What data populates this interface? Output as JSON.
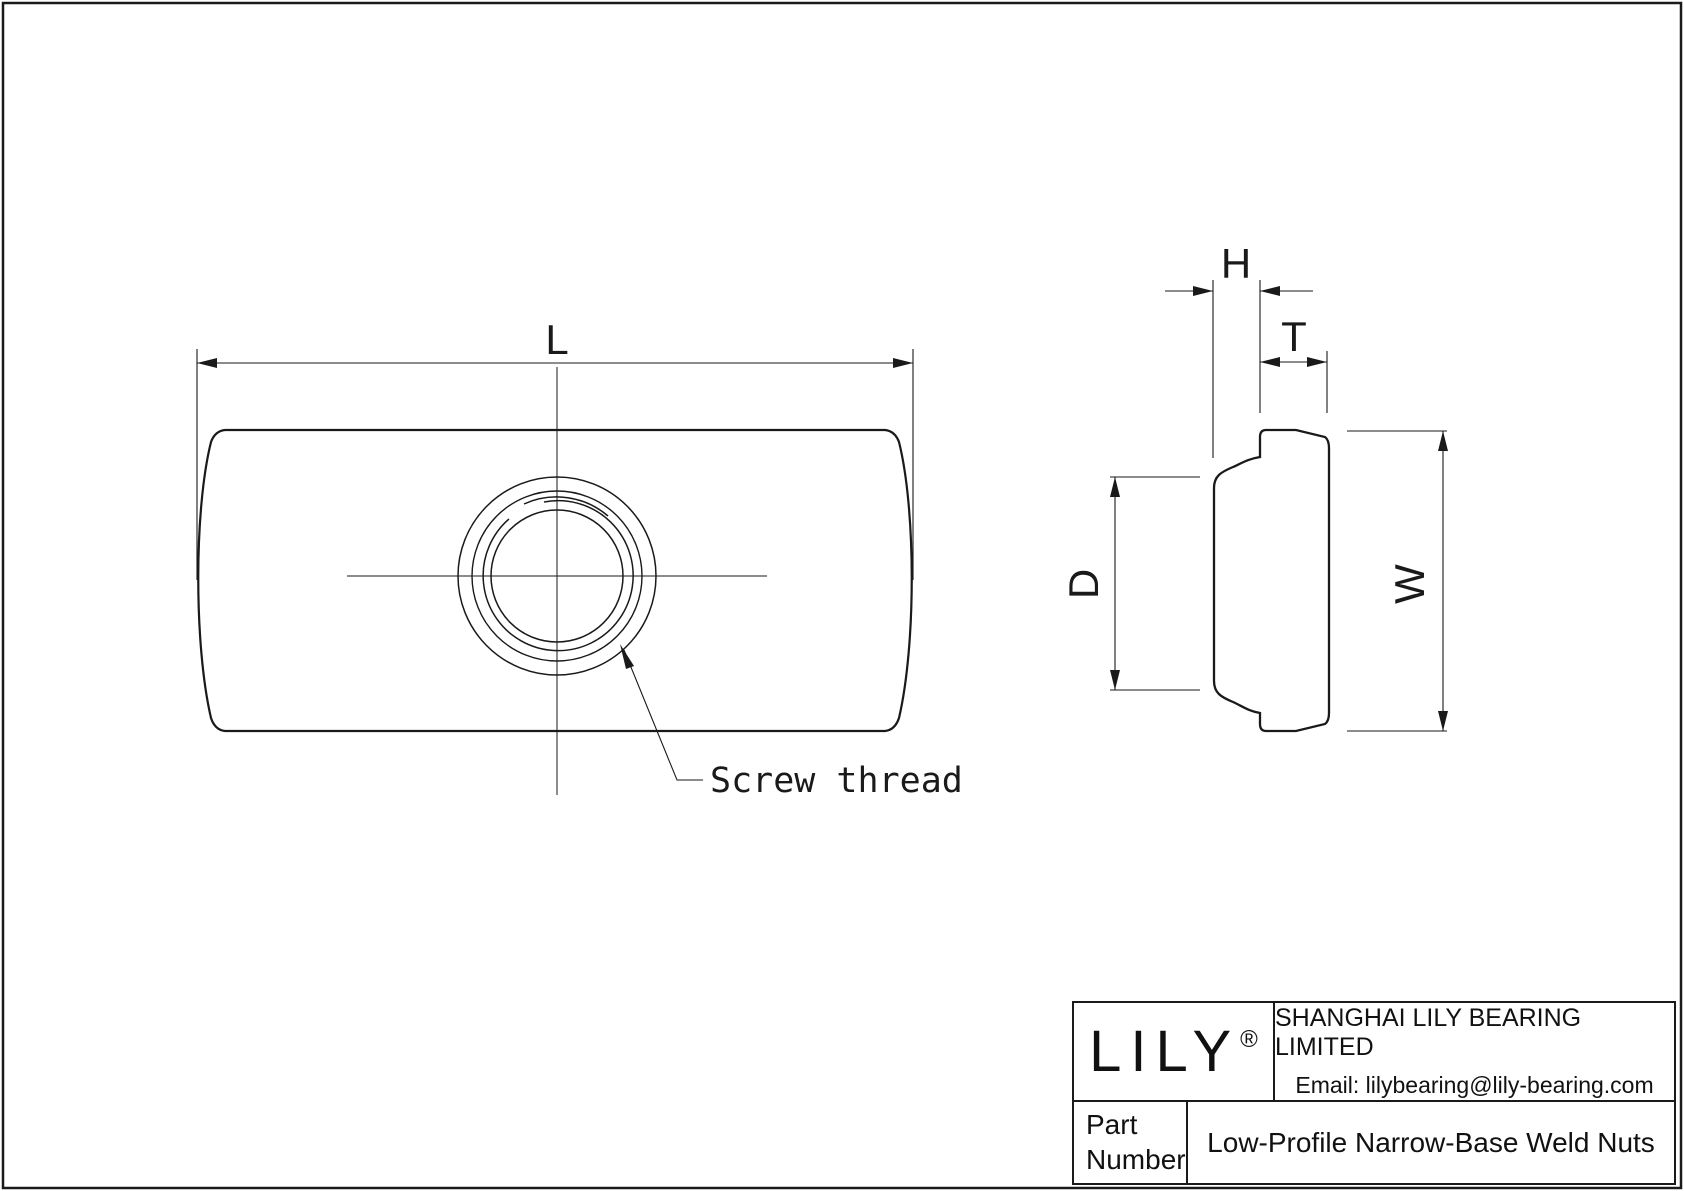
{
  "page": {
    "background": "#ffffff",
    "line_color": "#1a1a1a"
  },
  "views": {
    "front": {
      "dim_length_label": "L",
      "thread_note": "Screw thread"
    },
    "side": {
      "dim_pilot_height_label": "H",
      "dim_thickness_label": "T",
      "dim_pilot_diameter_label": "D",
      "dim_width_label": "W"
    }
  },
  "title_block": {
    "logo_text": "LILY",
    "logo_registered": "®",
    "company_name": "SHANGHAI LILY BEARING LIMITED",
    "company_email": "Email: lilybearing@lily-bearing.com",
    "part_number_label": "Part Number",
    "part_description": "Low-Profile Narrow-Base Weld Nuts"
  }
}
